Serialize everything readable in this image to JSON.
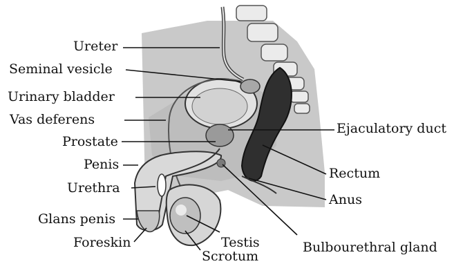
{
  "labels": {
    "ureter": "Ureter",
    "seminal_vesicle": "Seminal vesicle",
    "urinary_bladder": "Urinary bladder",
    "vas_deferens": "Vas deferens",
    "prostate": "Prostate",
    "penis": "Penis",
    "urethra": "Urethra",
    "glans_penis": "Glans penis",
    "foreskin": "Foreskin",
    "testis": "Testis",
    "scrotum": "Scrotum",
    "bulbourethral_gland": "Bulbourethral gland",
    "anus": "Anus",
    "rectum": "Rectum",
    "ejaculatory_duct": "Ejaculatory duct"
  },
  "colors": {
    "background": "#ffffff",
    "body_shading": "#c9c9c9",
    "organ_fill": "#e2e2e2",
    "rectum_fill": "#2f2f2f",
    "line": "#111111"
  }
}
